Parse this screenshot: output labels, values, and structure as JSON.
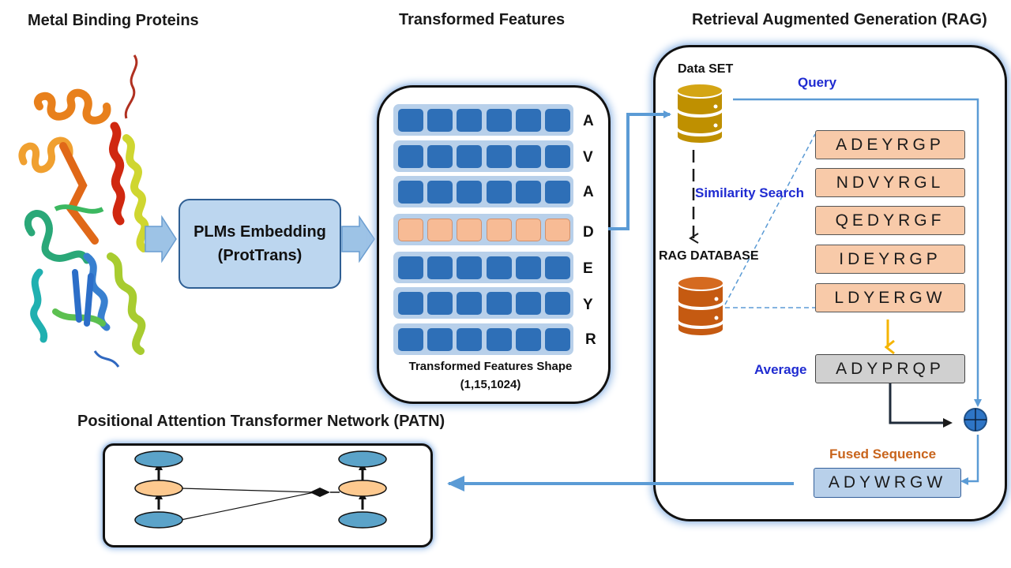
{
  "titles": {
    "metal": "Metal Binding Proteins",
    "features": "Transformed Features",
    "rag": "Retrieval Augmented Generation (RAG)",
    "patn": "Positional Attention Transformer Network (PATN)"
  },
  "plm": {
    "line1": "PLMs Embedding",
    "line2": "(ProtTrans)"
  },
  "feature_rows": [
    {
      "label": "A",
      "highlight": false
    },
    {
      "label": "V",
      "highlight": false
    },
    {
      "label": "A",
      "highlight": false
    },
    {
      "label": "D",
      "highlight": true
    },
    {
      "label": "E",
      "highlight": false
    },
    {
      "label": "Y",
      "highlight": false
    },
    {
      "label": "R",
      "highlight": false
    }
  ],
  "features_shape": {
    "caption": "Transformed Features Shape",
    "value": "(1,15,1024)"
  },
  "rag": {
    "dataset_label": "Data SET",
    "query_label": "Query",
    "similarity_label": "Similarity Search",
    "database_label": "RAG DATABASE",
    "retrieved": [
      "ADEYRGP",
      "NDVYRGL",
      "QEDYRGF",
      "IDEYRGP",
      "LDYERGW"
    ],
    "average_label": "Average",
    "average_seq": "ADYPRQP",
    "fused_label": "Fused Sequence",
    "fused_seq": "ADYWRGW"
  },
  "colors": {
    "arrow_blue": "#5b9bd5",
    "db_gold": "#bf9000",
    "db_orange": "#c55a11",
    "peach": "#f8caa9",
    "cell_blue": "#2e6fb7"
  }
}
